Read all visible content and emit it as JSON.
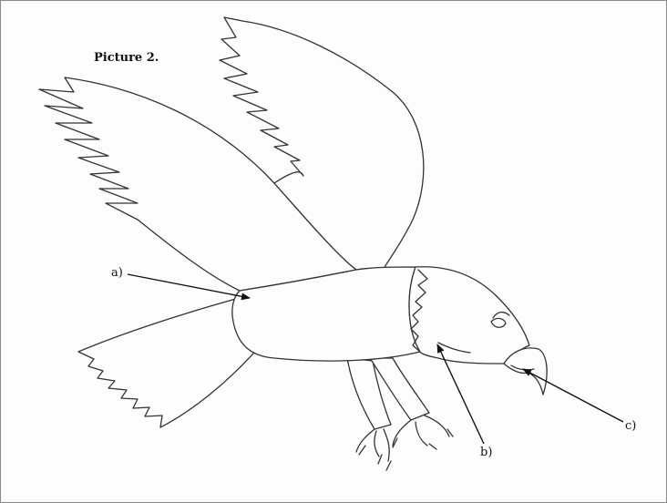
{
  "figure": {
    "title": "Picture 2.",
    "subject": "eagle-in-flight",
    "labels": {
      "a": "a)",
      "b": "b)",
      "c": "c)"
    }
  }
}
